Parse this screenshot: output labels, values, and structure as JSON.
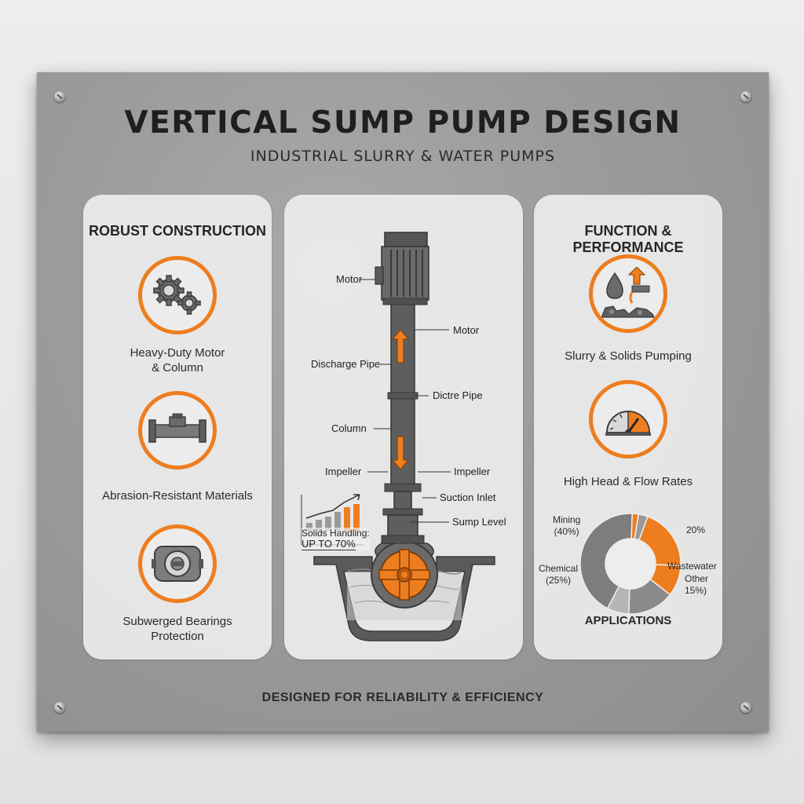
{
  "title": "VERTICAL SUMP PUMP DESIGN",
  "subtitle": "INDUSTRIAL SLURRY & WATER PUMPS",
  "footer": "DESIGNED FOR RELIABILITY & EFFICIENCY",
  "left_panel": {
    "heading": "ROBUST CONSTRUCTION",
    "features": [
      {
        "label_line1": "Heavy-Duty Motor",
        "label_line2": "& Column",
        "icon": "gears-icon"
      },
      {
        "label_line1": "Abrasion-Resistant Materials",
        "label_line2": "",
        "icon": "pipe-flange-icon"
      },
      {
        "label_line1": "Subwerged Bearings",
        "label_line2": "Protection",
        "icon": "bearing-icon"
      }
    ]
  },
  "diagram": {
    "callouts": {
      "motor_left": "Motor",
      "motor_right": "Motor",
      "discharge_left": "Discharge Pipe",
      "discharge_right": "Dictre Pipe",
      "column": "Column",
      "impeller_left": "Impeller",
      "impeller_right": "Impeller",
      "suction_inlet": "Suction Inlet",
      "sump_level": "Sump Level"
    },
    "solids_line1": "Solids Handling:",
    "solids_line2": "UP TO 70%"
  },
  "right_panel": {
    "heading": "FUNCTION & PERFORMANCE",
    "features": [
      {
        "label": "Slurry & Solids Pumping",
        "icon": "slurry-icon"
      },
      {
        "label": "High Head & Flow Rates",
        "icon": "gauge-icon"
      }
    ],
    "applications_title": "APPLICATIONS",
    "donut_labels": {
      "mining_line1": "Mining",
      "mining_line2": "(40%)",
      "pct_20": "20%",
      "chemical_line1": "Chemical",
      "chemical_line2": "(25%)",
      "wastewater": "Wastewater",
      "other_line1": "Other",
      "other_line2": "15%)"
    },
    "donut_slices": [
      {
        "color": "#ee7d1f",
        "value": 20
      },
      {
        "color": "#ee7d1f",
        "value": 10
      },
      {
        "color": "#8a8a8a",
        "value": 15
      },
      {
        "color": "#b5b5b5",
        "value": 7
      },
      {
        "color": "#7d7d7d",
        "value": 43
      },
      {
        "color": "#ee7d1f",
        "value": 2
      },
      {
        "color": "#9a9a9a",
        "value": 3
      }
    ]
  },
  "colors": {
    "accent": "#ee7d1f",
    "metal_dark": "#555555",
    "panel": "#f0f0f0"
  }
}
